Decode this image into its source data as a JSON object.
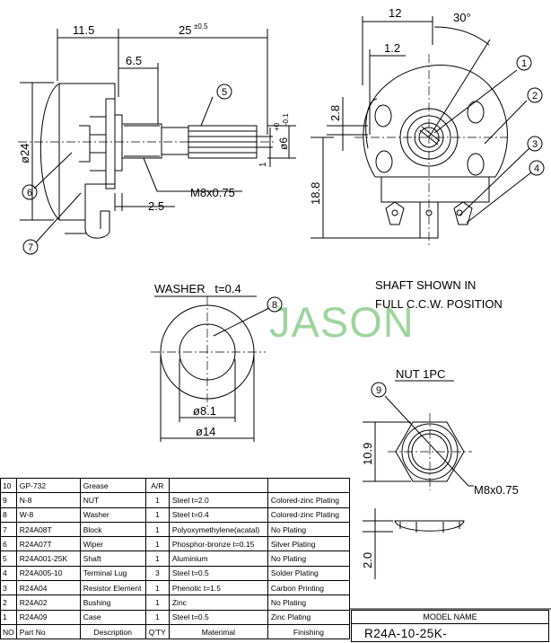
{
  "watermark": "JASON",
  "side_view": {
    "dim_11_5": "11.5",
    "dim_25": "25",
    "dim_25_tol": "±0.5",
    "dim_6_5": "6.5",
    "dim_24": "ø24",
    "dim_6": "ø6",
    "dim_6_tol_upper": "+0",
    "dim_6_tol_lower": "-0.1",
    "dim_1": "1",
    "dim_m8": "M8x0.75",
    "dim_2_5": "2.5"
  },
  "front_view": {
    "dim_12": "12",
    "dim_30": "30°",
    "dim_1_2": "1.2",
    "dim_2_8": "2.8",
    "dim_18_8": "18.8"
  },
  "callouts": [
    "1",
    "2",
    "3",
    "4",
    "5",
    "6",
    "7",
    "8",
    "9"
  ],
  "note": {
    "line1": "SHAFT SHOWN IN",
    "line2": "FULL C.C.W. POSITION"
  },
  "washer": {
    "title": "WASHER   t=0.4",
    "inner_dia": "ø8.1",
    "outer_dia": "ø14"
  },
  "nut": {
    "title": "NUT 1PC",
    "height": "10.9",
    "thread": "M8x0.75",
    "thickness": "2.0"
  },
  "bom": {
    "rows": [
      {
        "no": "10",
        "part": "GP-732",
        "desc": "Grease",
        "qty": "A/R",
        "material": "",
        "finish": ""
      },
      {
        "no": "9",
        "part": "N-8",
        "desc": "NUT",
        "qty": "1",
        "material": "Steel  t=2.0",
        "finish": "Colored-zinc Plating"
      },
      {
        "no": "8",
        "part": "W-8",
        "desc": "Washer",
        "qty": "1",
        "material": "Steel  t=0.4",
        "finish": "Colored-zinc Plating"
      },
      {
        "no": "7",
        "part": "R24A08T",
        "desc": "Block",
        "qty": "1",
        "material": "Polyoxymethylene(acatal)",
        "finish": "No Plating"
      },
      {
        "no": "6",
        "part": "R24A07T",
        "desc": "Wiper",
        "qty": "1",
        "material": "Phosphor-bronze t=0.15",
        "finish": "Silver Plating"
      },
      {
        "no": "5",
        "part": "R24A001-25K",
        "desc": "Shaft",
        "qty": "1",
        "material": "Aluminium",
        "finish": "No Plating"
      },
      {
        "no": "4",
        "part": "R24A005-10",
        "desc": "Terminal Lug",
        "qty": "3",
        "material": "Steel  t=0.5",
        "finish": "Solder Plating"
      },
      {
        "no": "3",
        "part": "R24A04",
        "desc": "Resistor Element",
        "qty": "1",
        "material": "Phenolic  t=1.5",
        "finish": "Carbon Printing"
      },
      {
        "no": "2",
        "part": "R24A02",
        "desc": "Bushing",
        "qty": "1",
        "material": "Zinc",
        "finish": "No Plating"
      },
      {
        "no": "1",
        "part": "R24A09",
        "desc": "Case",
        "qty": "1",
        "material": "Steel  t=0.5",
        "finish": "Zinc Plating"
      }
    ],
    "header": {
      "no": "NO",
      "part": "Part No",
      "desc": "Description",
      "qty": "Q'TY",
      "material": "Materimal",
      "finish": "Finishing"
    }
  },
  "model": {
    "label": "MODEL NAME",
    "value": "R24A-10-25K-"
  }
}
